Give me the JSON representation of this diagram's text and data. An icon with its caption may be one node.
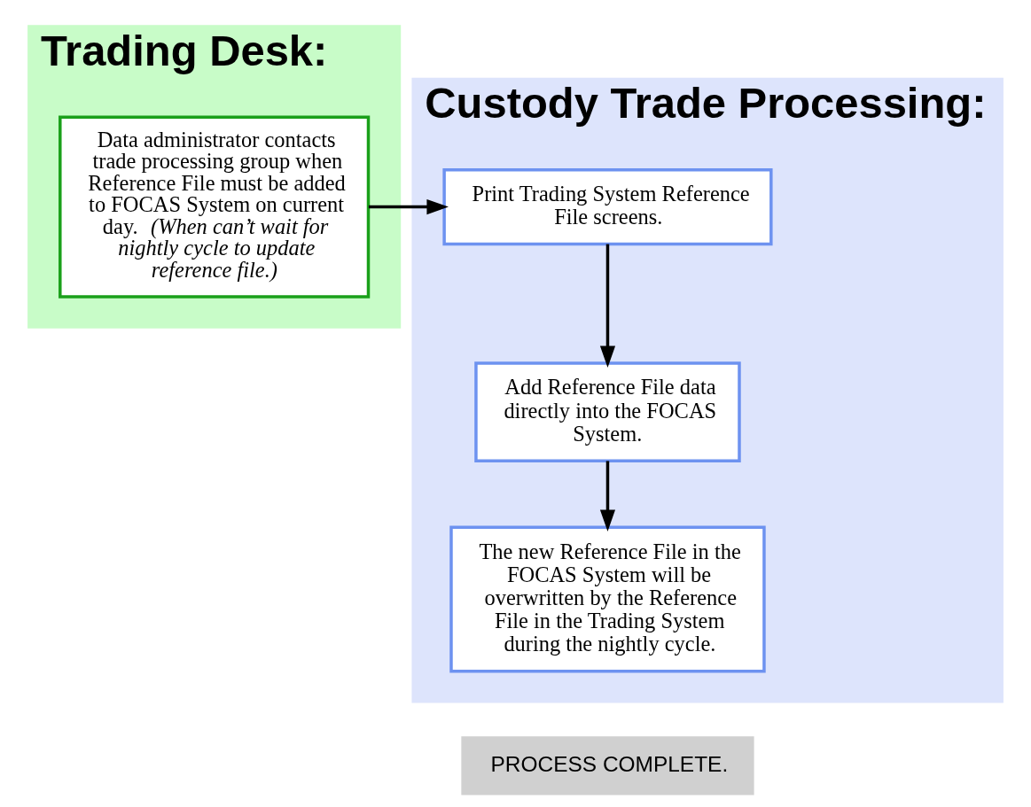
{
  "diagram": {
    "nodes": [
      {
        "text": [
          "Custody Trade Processing:"
        ]
      },
      {
        "text": [
          "Trading Desk:"
        ]
      },
      {
        "text": [
          "Data administrator contacts trade processing group when Reference File must be added to FOCAS System on current day.  *(When can’t wait for nightly cycle to update reference file.)*"
        ],
        "in": 1
      },
      {
        "text": [
          "Print Trading System Reference File screens."
        ],
        "in": 0
      },
      {
        "text": [
          "Add Reference File data directly into the FOCAS System."
        ],
        "in": 0
      },
      {
        "text": [
          "The new Reference File in the FOCAS System will be overwritten by the Reference File in the Trading System during the nightly cycle."
        ],
        "in": 0
      },
      {
        "text": [
          "PROCESS COMPLETE."
        ]
      }
    ],
    "edges": [
      {
        "from": 2,
        "to": 3,
        "arrow": "to"
      },
      {
        "from": 3,
        "to": 4,
        "arrow": "to"
      },
      {
        "from": 4,
        "to": 5,
        "arrow": "to"
      }
    ]
  }
}
